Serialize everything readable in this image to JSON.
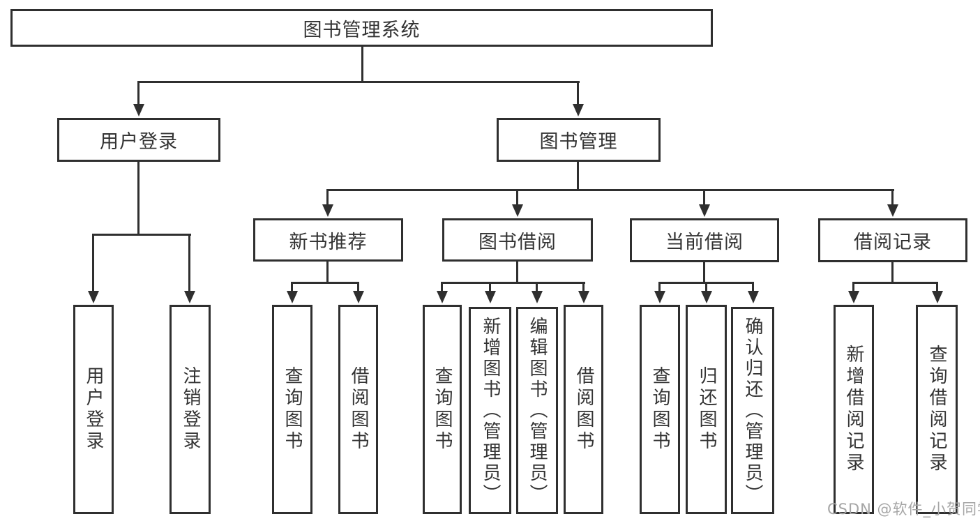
{
  "diagram": {
    "nodes": {
      "root": "图书管理系统",
      "user_login": "用户登录",
      "book_mgmt": "图书管理",
      "new_book_rec": "新书推荐",
      "book_borrow": "图书借阅",
      "current_borrow": "当前借阅",
      "borrow_records": "借阅记录",
      "leaf_user_login": "用户登录",
      "leaf_logout": "注销登录",
      "leaf_query_book_1": "查询图书",
      "leaf_borrow_book_1": "借阅图书",
      "leaf_query_book_2": "查询图书",
      "leaf_add_book": "新增图书（管理员）",
      "leaf_edit_book": "编辑图书（管理员）",
      "leaf_borrow_book_2": "借阅图书",
      "leaf_query_book_3": "查询图书",
      "leaf_return_book": "归还图书",
      "leaf_confirm_return": "确认归还（管理员）",
      "leaf_add_record": "新增借阅记录",
      "leaf_query_record": "查询借阅记录"
    },
    "tree": {
      "图书管理系统": {
        "用户登录": [
          "用户登录",
          "注销登录"
        ],
        "图书管理": {
          "新书推荐": [
            "查询图书",
            "借阅图书"
          ],
          "图书借阅": [
            "查询图书",
            "新增图书（管理员）",
            "编辑图书（管理员）",
            "借阅图书"
          ],
          "当前借阅": [
            "查询图书",
            "归还图书",
            "确认归还（管理员）"
          ],
          "借阅记录": [
            "新增借阅记录",
            "查询借阅记录"
          ]
        }
      }
    },
    "watermark": "CSDN @软件_小贺同学",
    "colors": {
      "line": "#2f2f2f",
      "text": "#333333",
      "box_background": "#ffffff",
      "watermark": "#a6a6a6",
      "page_background": "#ffffff"
    }
  }
}
